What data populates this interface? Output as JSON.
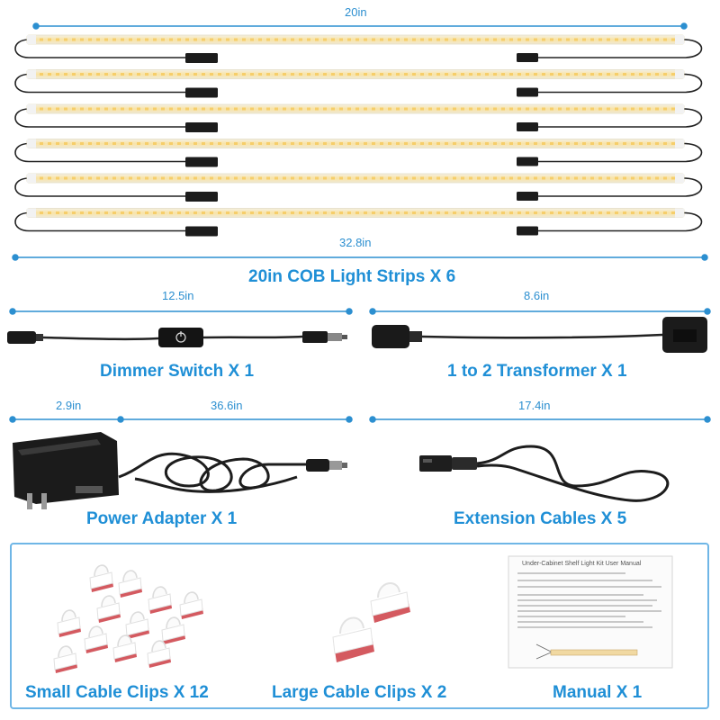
{
  "strips": {
    "title": "20in COB Light Strips X 6",
    "length_label": "20in",
    "cable_label": "32.8in",
    "count": 6
  },
  "dimmer": {
    "title": "Dimmer Switch X 1",
    "length_label": "12.5in"
  },
  "transformer": {
    "title": "1 to 2 Transformer X 1",
    "length_label": "8.6in"
  },
  "adapter": {
    "title": "Power Adapter X 1",
    "plug_label": "2.9in",
    "cable_label": "36.6in"
  },
  "extension": {
    "title": "Extension Cables X 5",
    "length_label": "17.4in"
  },
  "small_clips": {
    "title": "Small Cable Clips X 12",
    "count": 12
  },
  "large_clips": {
    "title": "Large Cable Clips X 2",
    "count": 2
  },
  "manual": {
    "title": "Manual X 1",
    "heading": "Under-Cabinet Shelf Light Kit User Manual"
  },
  "colors": {
    "accent": "#1f8fd6",
    "strip_yellow": "#f6d98a",
    "cable": "#222222",
    "clip_red": "#d45a60"
  }
}
